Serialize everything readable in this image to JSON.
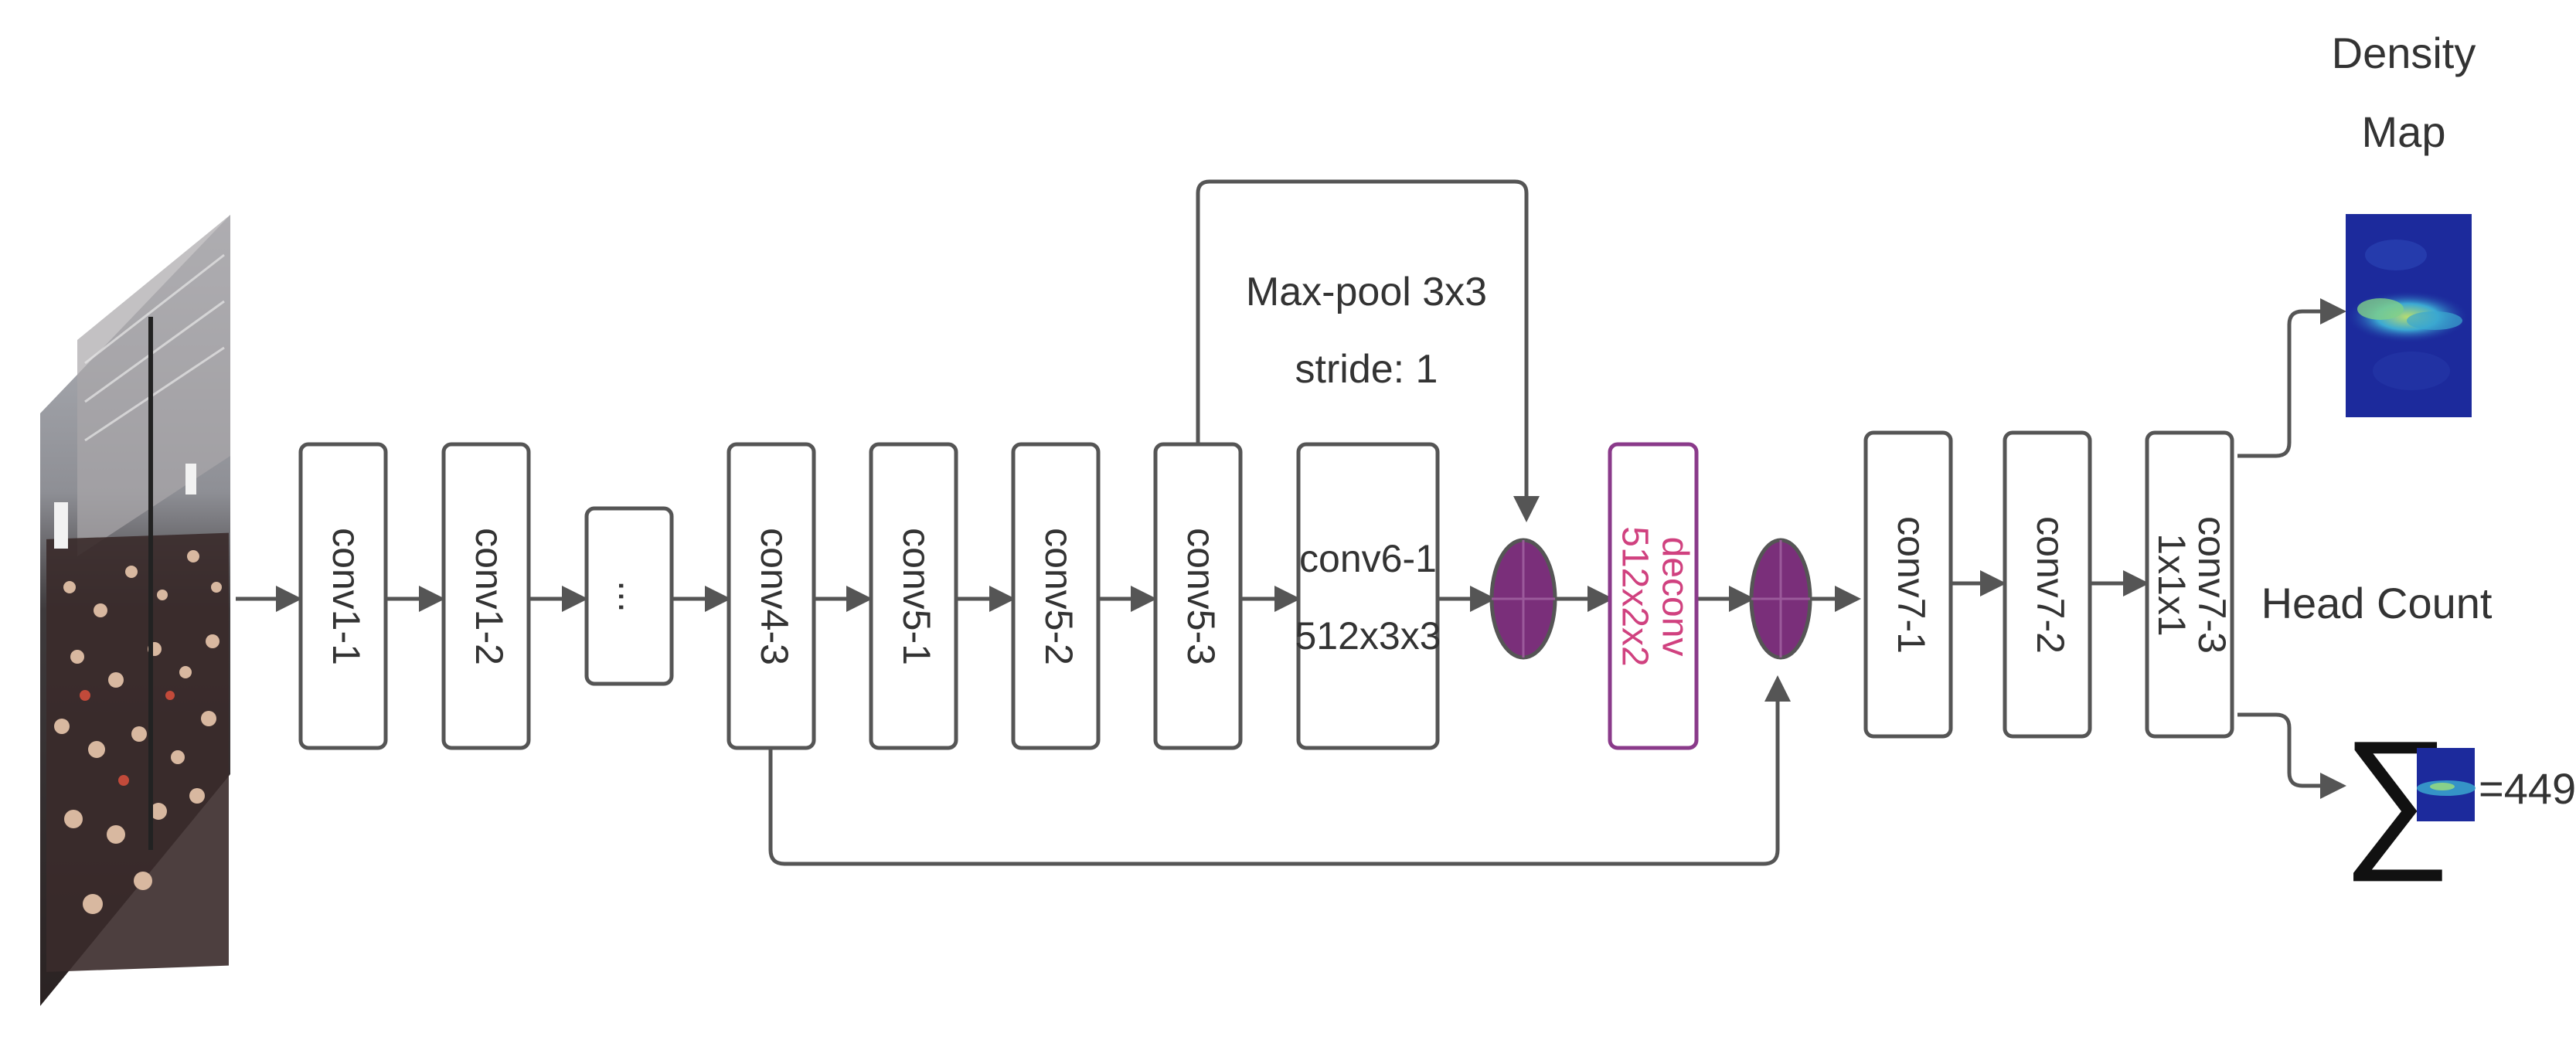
{
  "diagram": {
    "blocks": {
      "conv1_1": "conv1-1",
      "conv1_2": "conv1-2",
      "ellipsis": "...",
      "conv4_3": "conv4-3",
      "conv5_1": "conv5-1",
      "conv5_2": "conv5-2",
      "conv5_3": "conv5-3",
      "conv6_1_line1": "conv6-1",
      "conv6_1_line2": "512x3x3",
      "deconv_line1": "deconv",
      "deconv_line2": "512x2x2",
      "conv7_1": "conv7-1",
      "conv7_2": "conv7-2",
      "conv7_3_line1": "conv7-3",
      "conv7_3_line2": "1x1x1"
    },
    "maxpool_line1": "Max-pool 3x3",
    "maxpool_line2": "stride: 1",
    "density_map_line1": "Density",
    "density_map_line2": "Map",
    "head_count_label": "Head Count",
    "sum_symbol": "∑",
    "count_result": "=449"
  },
  "colors": {
    "block_border": "#555555",
    "arrow": "#555555",
    "sum_node": "#7a2f7a",
    "deconv_border": "#8a3a8a",
    "deconv_text": "#d0417f",
    "density_bg": "#1c2a9c"
  },
  "icons": {
    "sum_node": "circle-plus-icon",
    "input": "crowd-photo"
  }
}
